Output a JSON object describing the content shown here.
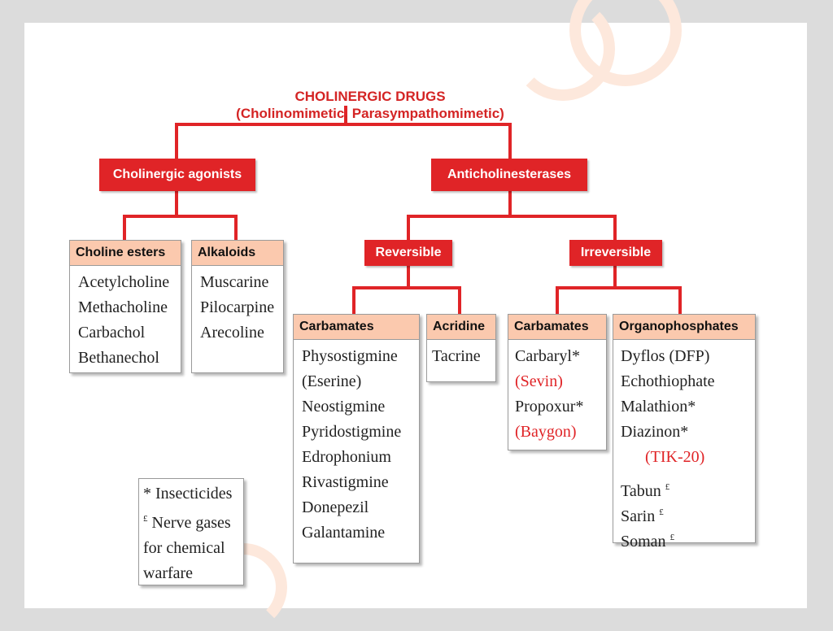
{
  "title": {
    "line1": "CHOLINERGIC DRUGS",
    "line2": "(Cholinomimetic, Parasympathomimetic)"
  },
  "branches": {
    "agonists": "Cholinergic agonists",
    "anticholinesterases": "Anticholinesterases",
    "reversible": "Reversible",
    "irreversible": "Irreversible"
  },
  "groups": {
    "choline_esters": {
      "header": "Choline esters",
      "items": [
        "Acetylcholine",
        "Methacholine",
        "Carbachol",
        "Bethanechol"
      ]
    },
    "alkaloids": {
      "header": "Alkaloids",
      "items": [
        "Muscarine",
        "Pilocarpine",
        "Arecoline"
      ]
    },
    "rev_carbamates": {
      "header": "Carbamates",
      "items": [
        "Physostigmine",
        "(Eserine)",
        "Neostigmine",
        "Pyridostigmine",
        "Edrophonium",
        "Rivastigmine",
        "Donepezil",
        "Galantamine"
      ]
    },
    "acridine": {
      "header": "Acridine",
      "items": [
        "Tacrine"
      ]
    },
    "irr_carbamates": {
      "header": "Carbamates",
      "items": [
        "Carbaryl*",
        "(Sevin)",
        "Propoxur*",
        "(Baygon)"
      ]
    },
    "organophosphates": {
      "header": "Organophosphates",
      "items": [
        "Dyflos (DFP)",
        "Echothiophate",
        "Malathion*",
        "Diazinon*",
        "(TIK-20)"
      ],
      "nerve_gases": [
        "Tabun",
        "Sarin",
        "Soman"
      ]
    }
  },
  "legend": {
    "insecticides": "* Insecticides",
    "pound_mark": "£",
    "nerve_gases_1": "Nerve gases",
    "nerve_gases_2": "for chemical",
    "nerve_gases_3": "warfare"
  },
  "colors": {
    "accent_red": "#e02427",
    "header_peach": "#fbc9ae",
    "slide_bg": "#ffffff",
    "frame_bg": "#dcdcdc"
  }
}
